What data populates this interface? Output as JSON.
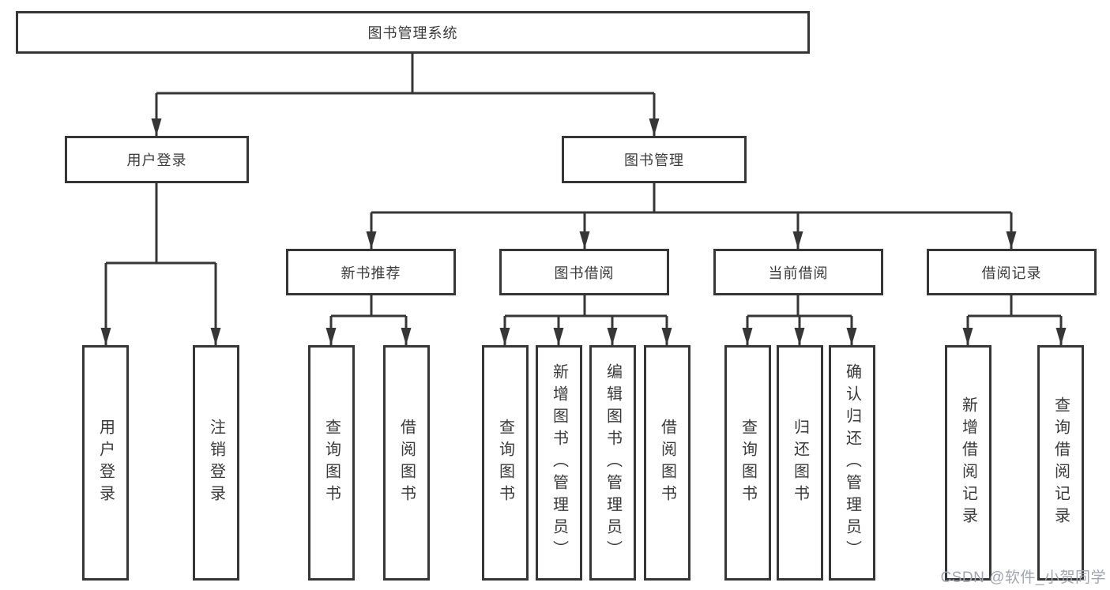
{
  "colors": {
    "line": "#363636",
    "box_border": "#363636",
    "text": "#3a3a3a",
    "watermark_text": "#9fa6b0",
    "background": "#ffffff"
  },
  "tree": {
    "root": {
      "label": "图书管理系统"
    },
    "branches": [
      {
        "label": "用户登录",
        "children": [
          {
            "label": "用户登录"
          },
          {
            "label": "注销登录"
          }
        ]
      },
      {
        "label": "图书管理",
        "children": [
          {
            "label": "新书推荐",
            "children": [
              {
                "label": "查询图书"
              },
              {
                "label": "借阅图书"
              }
            ]
          },
          {
            "label": "图书借阅",
            "children": [
              {
                "label": "查询图书"
              },
              {
                "label": "新增图书（管理员）"
              },
              {
                "label": "编辑图书（管理员）"
              },
              {
                "label": "借阅图书"
              }
            ]
          },
          {
            "label": "当前借阅",
            "children": [
              {
                "label": "查询图书"
              },
              {
                "label": "归还图书"
              },
              {
                "label": "确认归还（管理员）"
              }
            ]
          },
          {
            "label": "借阅记录",
            "children": [
              {
                "label": "新增借阅记录"
              },
              {
                "label": "查询借阅记录"
              }
            ]
          }
        ]
      }
    ]
  },
  "watermark": {
    "text": "CSDN @软件_小贺同学"
  }
}
